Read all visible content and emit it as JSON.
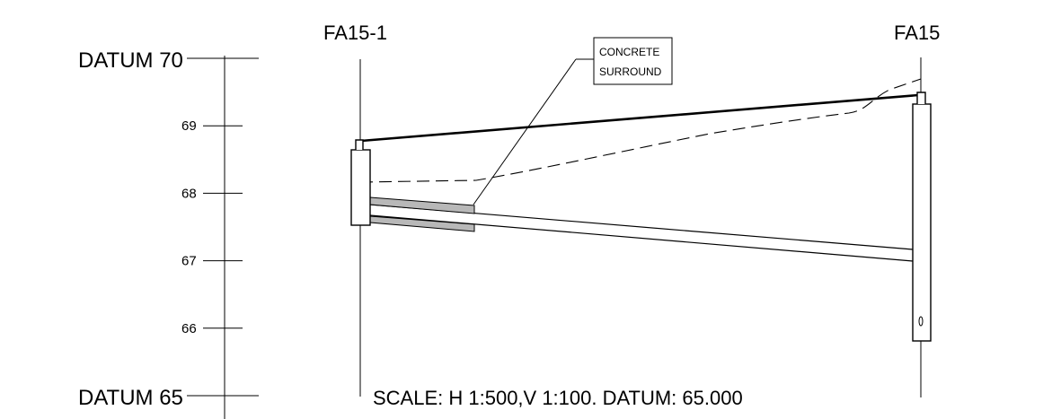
{
  "datum_top": "DATUM 70",
  "datum_bottom": "DATUM 65",
  "scale_ticks": [
    {
      "value": 69,
      "label": "69"
    },
    {
      "value": 68,
      "label": "68"
    },
    {
      "value": 67,
      "label": "67"
    },
    {
      "value": 66,
      "label": "66"
    }
  ],
  "manholes": {
    "left": {
      "label": "FA15-1"
    },
    "right": {
      "label": "FA15"
    }
  },
  "annotation": {
    "line1": "CONCRETE",
    "line2": "SURROUND"
  },
  "scale_note": "SCALE: H 1:500,V 1:100. DATUM: 65.000"
}
